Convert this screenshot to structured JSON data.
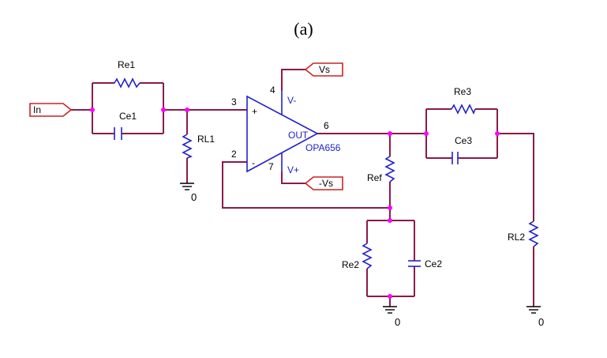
{
  "caption": "(a)",
  "ports": {
    "in": "In",
    "vs_pos": "Vs",
    "vs_neg": "-Vs"
  },
  "opamp": {
    "part": "OPA656",
    "plus": "+",
    "minus": "-",
    "vminus": "V-",
    "vplus": "V+",
    "out": "OUT",
    "pin_plus": "3",
    "pin_minus": "2",
    "pin_vminus": "4",
    "pin_vplus": "7",
    "pin_out": "6"
  },
  "components": {
    "re1": "Re1",
    "ce1": "Ce1",
    "rl1": "RL1",
    "ref": "Ref",
    "re2": "Re2",
    "ce2": "Ce2",
    "re3": "Re3",
    "ce3": "Ce3",
    "rl2": "RL2"
  },
  "ground": {
    "label": "0"
  },
  "colors": {
    "wire": "#8b1a4a",
    "component": "#2222cc",
    "port": "#cc2222",
    "node": "#ff00ff"
  }
}
